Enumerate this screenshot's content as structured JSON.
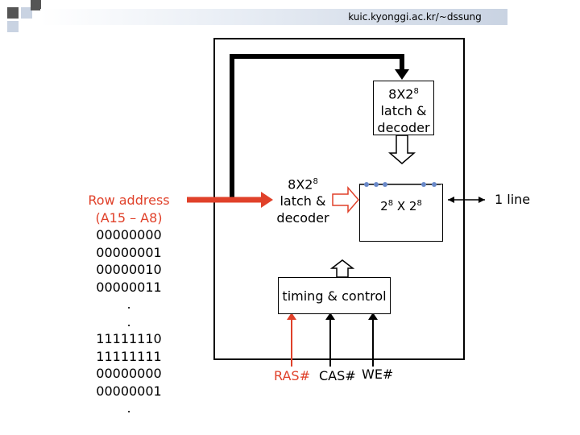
{
  "header": {
    "url": "kuic.kyonggi.ac.kr/~dssung"
  },
  "row_address": {
    "title": "Row address",
    "range": "(A15 – A8)",
    "values": [
      "00000000",
      "00000001",
      "00000010",
      "00000011",
      ".",
      ".",
      "11111110",
      "11111111",
      "00000000",
      "00000001",
      "."
    ]
  },
  "top_latch": {
    "line1": "8X2",
    "exp": "8",
    "line2": "latch &",
    "line3": "decoder"
  },
  "left_latch": {
    "line1": "8X2",
    "exp": "8",
    "line2": "latch &",
    "line3": "decoder"
  },
  "array": {
    "base1": "2",
    "exp1": "8",
    "mid": " X 2",
    "exp2": "8"
  },
  "line_label": "1 line",
  "timing": {
    "label": "timing & control"
  },
  "signals": {
    "ras": "RAS#",
    "cas": "CAS#",
    "we": "WE#"
  },
  "colors": {
    "accent": "#e0412a",
    "square_dark": "#555555",
    "square_light": "#c9d3e2"
  }
}
